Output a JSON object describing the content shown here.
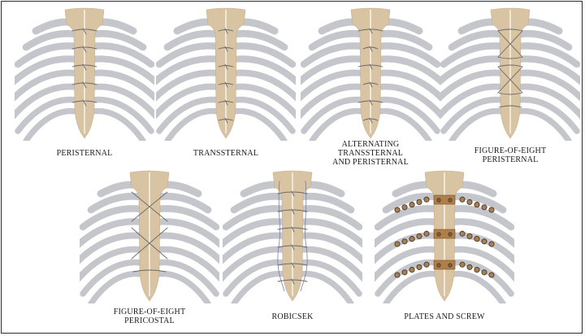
{
  "figure": {
    "colors": {
      "rib": "#c4c6cc",
      "sternum": "#d8c3a2",
      "midline": "#ffffff",
      "wire": "#6a6a6a",
      "plate": "#b07e48",
      "screw": "#3a3a3a",
      "border": "#2b2b2b"
    },
    "panels": [
      {
        "id": "peristernal",
        "label_lines": [
          "PERISTERNAL"
        ],
        "technique": "peristernal"
      },
      {
        "id": "transsternal",
        "label_lines": [
          "TRANSSTERNAL"
        ],
        "technique": "transsternal"
      },
      {
        "id": "alternating",
        "label_lines": [
          "ALTERNATING",
          "TRANSSTERNAL",
          "AND PERISTERNAL"
        ],
        "technique": "alternating"
      },
      {
        "id": "figure-eight-peristernal",
        "label_lines": [
          "FIGURE-OF-EIGHT",
          "PERISTERNAL"
        ],
        "technique": "figure-eight-peristernal"
      },
      {
        "id": "figure-eight-pericostal",
        "label_lines": [
          "FIGURE-OF-EIGHT",
          "PERICOSTAL"
        ],
        "technique": "figure-eight-pericostal"
      },
      {
        "id": "robicsek",
        "label_lines": [
          "ROBICSEK"
        ],
        "technique": "robicsek"
      },
      {
        "id": "plates-and-screw",
        "label_lines": [
          "PLATES AND SCREW"
        ],
        "technique": "plates"
      }
    ]
  }
}
